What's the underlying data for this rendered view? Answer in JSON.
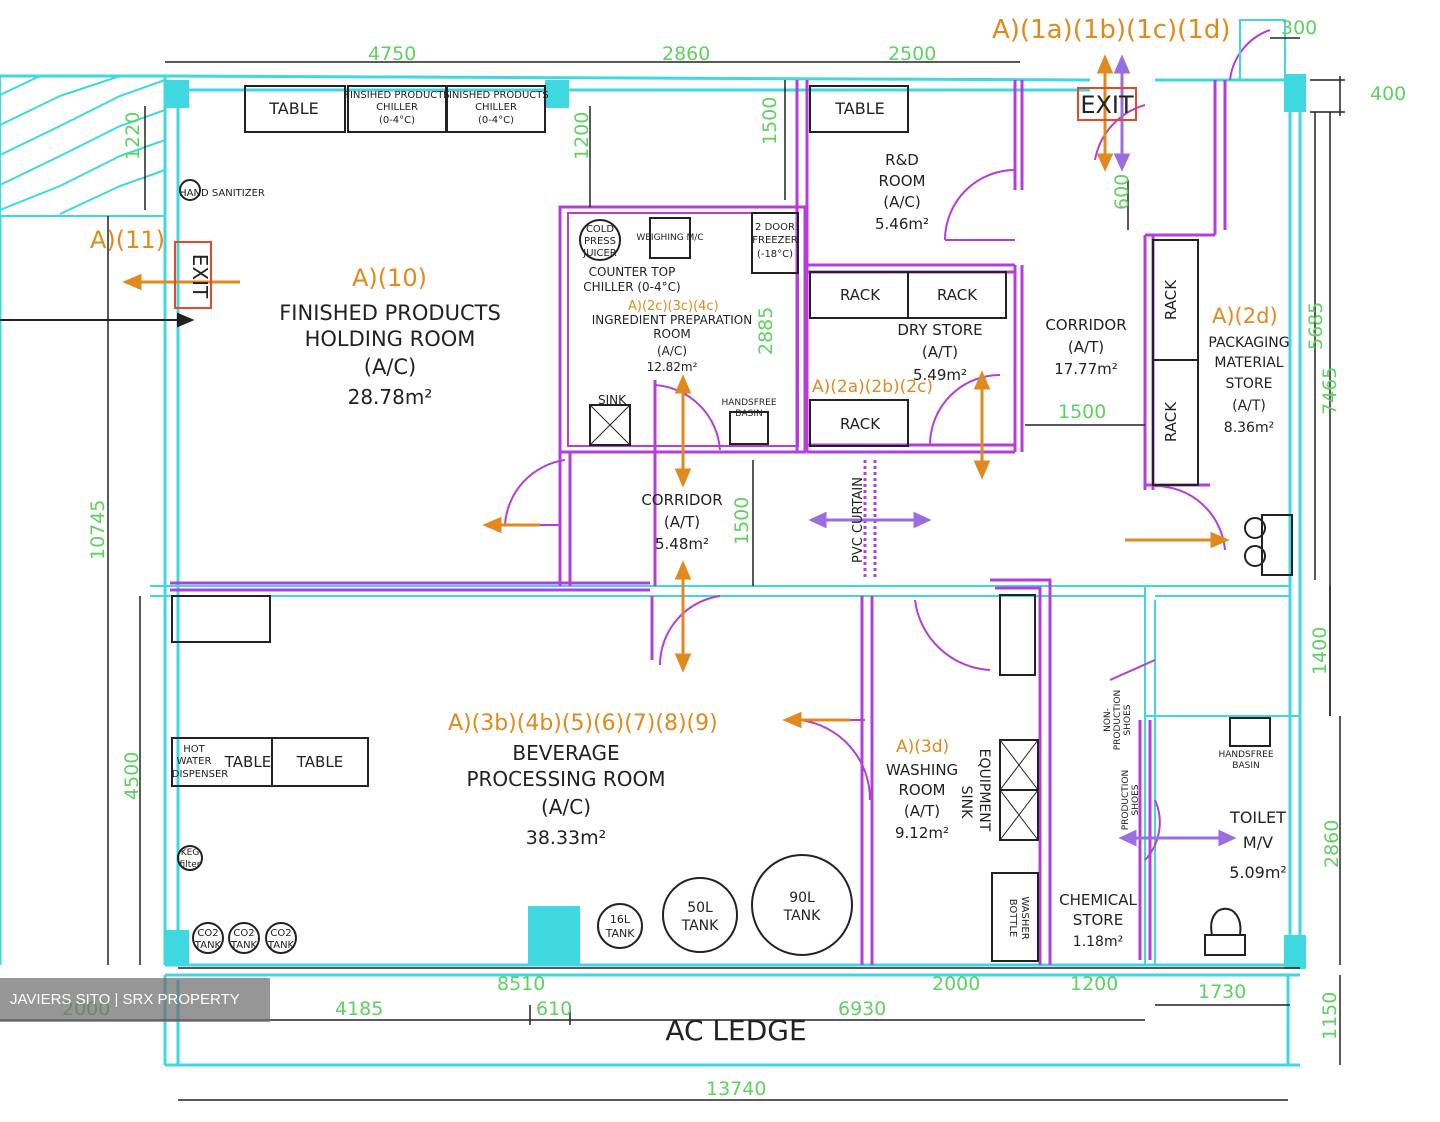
{
  "colors": {
    "wall": "#3fd8e0",
    "partition": "#b43fd8",
    "dimension": "#5fd15f",
    "reference": "#e08a1e",
    "exit": "#e24a2a",
    "arrow_purple": "#9b6ee0"
  },
  "watermark": "JAVIERS SITO | SRX PROPERTY",
  "dimensions": {
    "top_4750": "4750",
    "top_2860": "2860",
    "top_2500": "2500",
    "top_300": "300",
    "right_400": "400",
    "left_1220": "1220",
    "v_1200": "1200",
    "v_1500a": "1500",
    "v_600": "600",
    "v_5685": "5685",
    "v_7465": "7465",
    "v_2885": "2885",
    "h_1500": "1500",
    "v_1500b": "1500",
    "left_10745": "10745",
    "left_4500": "4500",
    "right_1400": "1400",
    "right_2860": "2860",
    "right_1150": "1150",
    "bot_8510": "8510",
    "bot_2000a": "2000",
    "bot_1200": "1200",
    "bot_1730": "1730",
    "bot_2000b": "2000",
    "bot_4185": "4185",
    "bot_610": "610",
    "bot_6930": "6930",
    "bot_13740": "13740"
  },
  "references": {
    "exit_top": "A)(1a)(1b)(1c)(1d)",
    "exit_left": "A)(11)",
    "finished": "A)(10)",
    "ingredient": "A)(2c)(3c)(4c)",
    "dry": "A)(2a)(2b)(2c)",
    "packaging": "A)(2d)",
    "beverage": "A)(3b)(4b)(5)(6)(7)(8)(9)",
    "washing": "A)(3d)"
  },
  "rooms": {
    "finished": {
      "name1": "FINISHED PRODUCTS",
      "name2": "HOLDING ROOM",
      "type": "(A/C)",
      "area": "28.78m²"
    },
    "ingredient": {
      "name1": "INGREDIENT PREPARATION",
      "name2": "ROOM",
      "type": "(A/C)",
      "area": "12.82m²"
    },
    "rnd": {
      "name1": "R&D",
      "name2": "ROOM",
      "type": "(A/C)",
      "area": "5.46m²"
    },
    "dry": {
      "name1": "DRY STORE",
      "type": "(A/T)",
      "area": "5.49m²"
    },
    "corridor_right": {
      "name1": "CORRIDOR",
      "type": "(A/T)",
      "area": "17.77m²"
    },
    "packaging": {
      "name1": "PACKAGING",
      "name2": "MATERIAL",
      "name3": "STORE",
      "type": "(A/T)",
      "area": "8.36m²"
    },
    "corridor_mid": {
      "name1": "CORRIDOR",
      "type": "(A/T)",
      "area": "5.48m²"
    },
    "beverage": {
      "name1": "BEVERAGE",
      "name2": "PROCESSING ROOM",
      "type": "(A/C)",
      "area": "38.33m²"
    },
    "washing": {
      "name1": "WASHING",
      "name2": "ROOM",
      "type": "(A/T)",
      "area": "9.12m²"
    },
    "chemical": {
      "name1": "CHEMICAL",
      "name2": "STORE",
      "area": "1.18m²"
    },
    "toilet": {
      "name1": "TOILET",
      "type": "M/V",
      "area": "5.09m²"
    }
  },
  "fixtures": {
    "table": "TABLE",
    "chiller1": "FINSIHED PRODUCTS",
    "chiller2": "FINISHED PRODUCTS",
    "chiller_sub": "CHILLER",
    "chiller_temp": "(0-4°C)",
    "hand_sanitizer": "HAND SANITIZER",
    "cold_press1": "COLD",
    "cold_press2": "PRESS",
    "cold_press3": "JUICER",
    "weighing": "WEIGHING M/C",
    "freezer1": "2 DOOR",
    "freezer2": "FREEZER",
    "freezer3": "(-18°C)",
    "countertop": "COUNTER TOP",
    "countertop2": "CHILLER (0-4°C)",
    "sink": "SINK",
    "basin1": "HANDSFREE",
    "basin2": "BASIN",
    "rack": "RACK",
    "pvc": "PVC CURTAIN",
    "hot_water1": "HOT",
    "hot_water2": "WATER",
    "hot_water3": "DISPENSER",
    "keg1": "KEG",
    "keg2": "filter",
    "co2a": "CO2",
    "co2b": "TANK",
    "tank16a": "16L",
    "tank16b": "TANK",
    "tank50a": "50L",
    "tank50b": "TANK",
    "tank90a": "90L",
    "tank90b": "TANK",
    "equipment": "EQUIPMENT",
    "sink_v": "SINK",
    "bottle1": "BOTTLE",
    "bottle2": "WASHER",
    "non_prod1": "NON-",
    "non_prod2": "PRODUCTION",
    "non_prod3": "SHOES",
    "prod1": "PRODUCTION",
    "prod2": "SHOES",
    "exit": "EXIT",
    "ac_ledge": "AC LEDGE"
  }
}
